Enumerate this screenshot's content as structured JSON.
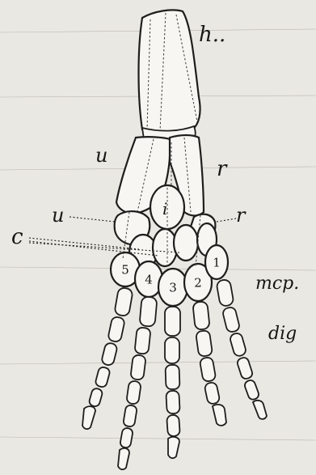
{
  "figure": {
    "labels": {
      "h": "h..",
      "u": "u",
      "r": "r",
      "i": "i",
      "ul": "u",
      "rl": "r",
      "c": "c",
      "mcp": "mcp.",
      "dig": "dig"
    },
    "digit_numbers": [
      "1",
      "2",
      "3",
      "4",
      "5"
    ]
  }
}
